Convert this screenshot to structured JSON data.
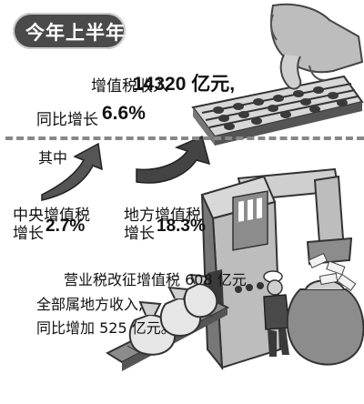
{
  "title": "今年上半年",
  "vat": {
    "label": "增值税收入",
    "value": "14320 亿元,"
  },
  "growth": {
    "label": "同比增长",
    "value": "6.6%"
  },
  "breakdown": {
    "heading": "其中",
    "central": {
      "line1": "中央增值税",
      "line2_label": "增长",
      "line2_value": "2.7%"
    },
    "local": {
      "line1": "地方增值税",
      "line2_label": "增长",
      "line2_value": "18.3%"
    }
  },
  "note": {
    "line1": "营业税改征增值税 608 亿元",
    "line2": "全部属地方收入,",
    "line3": "同比增加 525 亿元。"
  },
  "icons": [
    "abacus-icon",
    "hand-icon",
    "arrow-up-icon",
    "factory-machine-icon",
    "money-bag-icon",
    "worker-icon",
    "conveyor-belt-icon"
  ],
  "colors": {
    "pill": "#4a4a4a",
    "divider": "#888888",
    "art_dark": "#3a3a3a",
    "art_mid": "#8c8c8c",
    "art_light": "#d8d8d8"
  }
}
